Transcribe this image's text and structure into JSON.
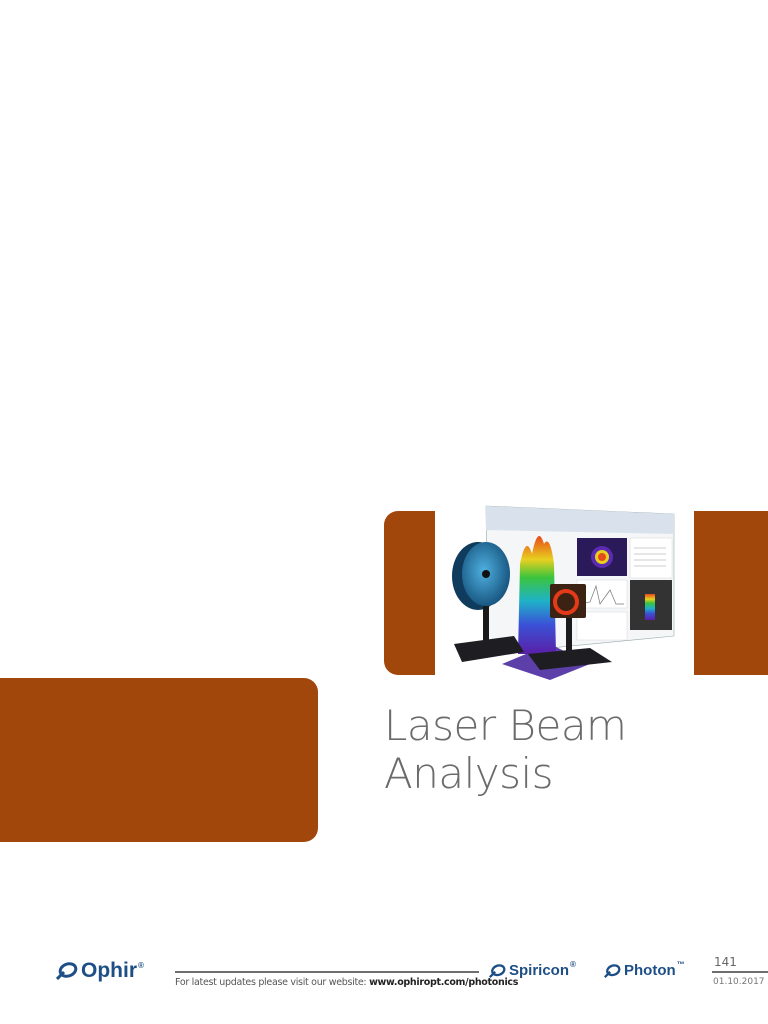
{
  "page": {
    "title_line1": "Laser Beam",
    "title_line2": "Analysis",
    "accent_color": "#a2470c",
    "hero_image_description": "Beam profiler cameras on stands in front of BeamGage software window with 3D beam profile"
  },
  "footer": {
    "note_prefix": "For latest updates please visit our website: ",
    "url": "www.ophiropt.com/photonics",
    "page_number": "141",
    "date": "01.10.2017",
    "logos": [
      {
        "name": "Ophir",
        "mark": "®"
      },
      {
        "name": "Spiricon",
        "mark": "®"
      },
      {
        "name": "Photon",
        "mark": "™"
      }
    ]
  }
}
